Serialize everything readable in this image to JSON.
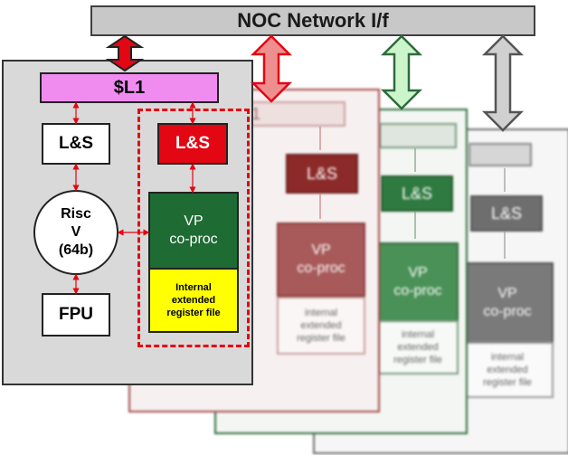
{
  "noc": {
    "label": "NOC Network I/f"
  },
  "main_tile": {
    "cache": "$L1",
    "ls_left": "L&S",
    "cpu": [
      "Risc",
      "V",
      "(64b)"
    ],
    "fpu": "FPU",
    "ls_right": "L&S",
    "vp": [
      "VP",
      "co-proc"
    ],
    "reg_file": [
      "Internal",
      "extended",
      "register file"
    ]
  },
  "ghost_tiles": [
    {
      "cache": "L1",
      "ls": "L&S",
      "vp": [
        "VP",
        "co-proc"
      ],
      "reg_file": [
        "internal",
        "extended",
        "register file"
      ]
    },
    {
      "ls": "L&S",
      "vp": [
        "VP",
        "co-proc"
      ],
      "reg_file": [
        "internal",
        "extended",
        "register file"
      ]
    },
    {
      "ls": "L&S",
      "vp": [
        "VP",
        "co-proc"
      ],
      "reg_file": [
        "internal",
        "extended",
        "register file"
      ]
    }
  ],
  "colors": {
    "red": "#e30613",
    "green": "#1e6b33",
    "yellow": "#ffff00",
    "pink": "#f08cf0",
    "ghost_red": "#a34a4a",
    "ghost_green": "#2e6b3a",
    "ghost_gray": "#6b6b6b"
  }
}
